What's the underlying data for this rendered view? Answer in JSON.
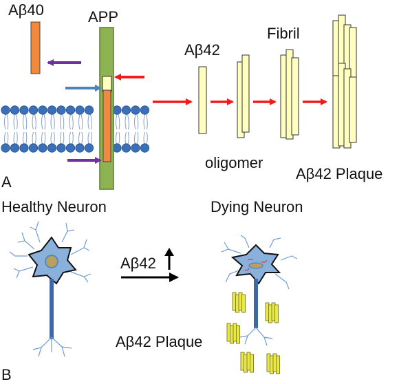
{
  "panel_a": {
    "panel_label": "A",
    "labels": {
      "abeta40": "Aβ40",
      "app": "APP",
      "abeta42": "Aβ42",
      "fibril": "Fibril",
      "oligomer": "oligomer",
      "plaque": "Aβ42 Plaque"
    }
  },
  "panel_b": {
    "panel_label": "B",
    "labels": {
      "healthy": "Healthy Neuron",
      "dying": "Dying Neuron",
      "abeta42_up": "Aβ42",
      "up_arrow": "↑",
      "plaque": "Aβ42 Plaque"
    }
  },
  "colors": {
    "app_green": "#8db352",
    "abeta_orange": "#f08a3c",
    "purple_arrow": "#7030a0",
    "blue_arrow": "#4f81bd",
    "red_arrow": "#ee1c1c",
    "membrane_blue": "#3b6fb6",
    "pale_yellow": "#ffffc0",
    "plaque_yellow": "#e8e84a",
    "neuron_blue": "#5b86c4",
    "nucleus": "#b8a060"
  },
  "icons": [
    "right-arrow-icon",
    "up-arrow-icon"
  ]
}
